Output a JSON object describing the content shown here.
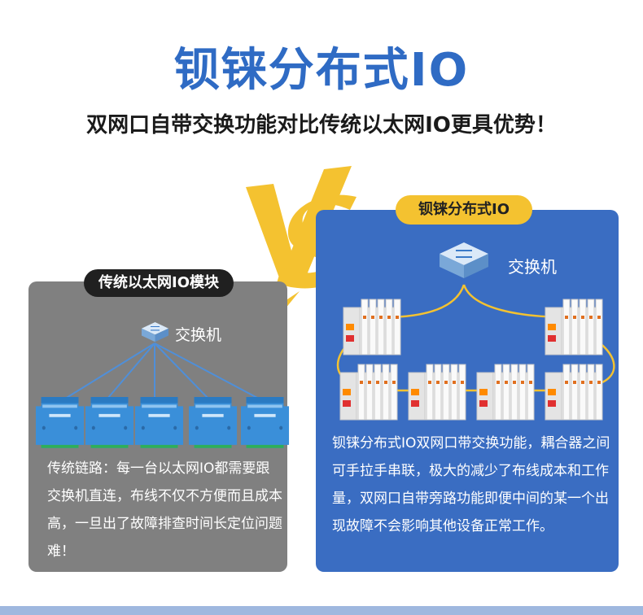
{
  "header": {
    "title": "钡铼分布式IO",
    "subtitle": "双网口自带交换功能对比传统以太网IO更具优势！"
  },
  "left": {
    "tab": "传统以太网IO模块",
    "switch_label": "交换机",
    "description": "传统链路：每一台以太网IO都需要跟交换机直连，布线不仅不方便而且成本高，一旦出了故障排查时间长定位问题难！"
  },
  "right": {
    "tab": "钡铼分布式IO",
    "switch_label": "交换机",
    "description": "钡铼分布式IO双网口带交换功能，耦合器之间可手拉手串联，极大的减少了布线成本和工作量，双网口自带旁路功能即便中间的某一个出现故障不会影响其他设备正常工作。"
  },
  "colors": {
    "title_blue": "#2f6bc4",
    "panel_gray": "#808080",
    "panel_blue": "#3a6dc2",
    "accent_yellow": "#f4c230",
    "module_blue": "#3a8fd9"
  }
}
